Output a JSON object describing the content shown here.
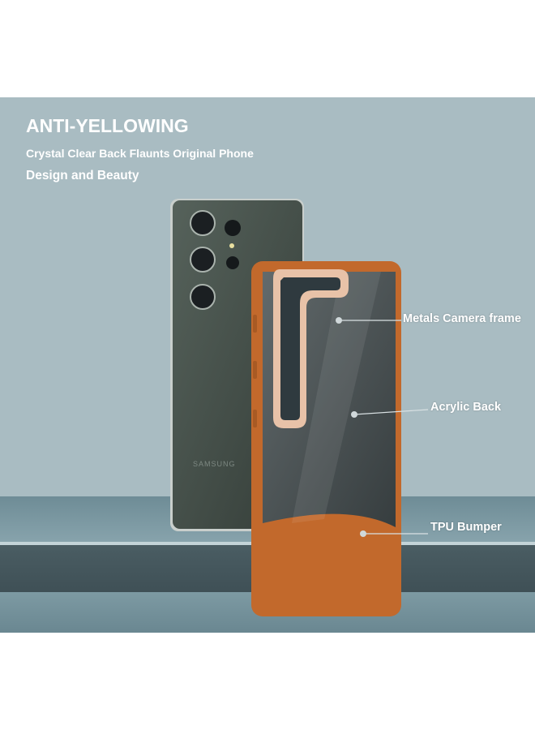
{
  "heading": {
    "title": "ANTI-YELLOWING",
    "subtitle_line1": "Crystal Clear Back Flaunts Original Phone",
    "subtitle_line2": "Design and Beauty"
  },
  "phone": {
    "brand": "SAMSUNG",
    "color": "#3f4a44"
  },
  "case": {
    "color": "#c2692c",
    "frame_color": "#e8c2a8"
  },
  "callouts": [
    {
      "label": "Metals Camera frame"
    },
    {
      "label": "Acrylic Back"
    },
    {
      "label": "TPU Bumper"
    }
  ],
  "colors": {
    "background": "#a9bcc2",
    "shelf": "#44565c"
  }
}
